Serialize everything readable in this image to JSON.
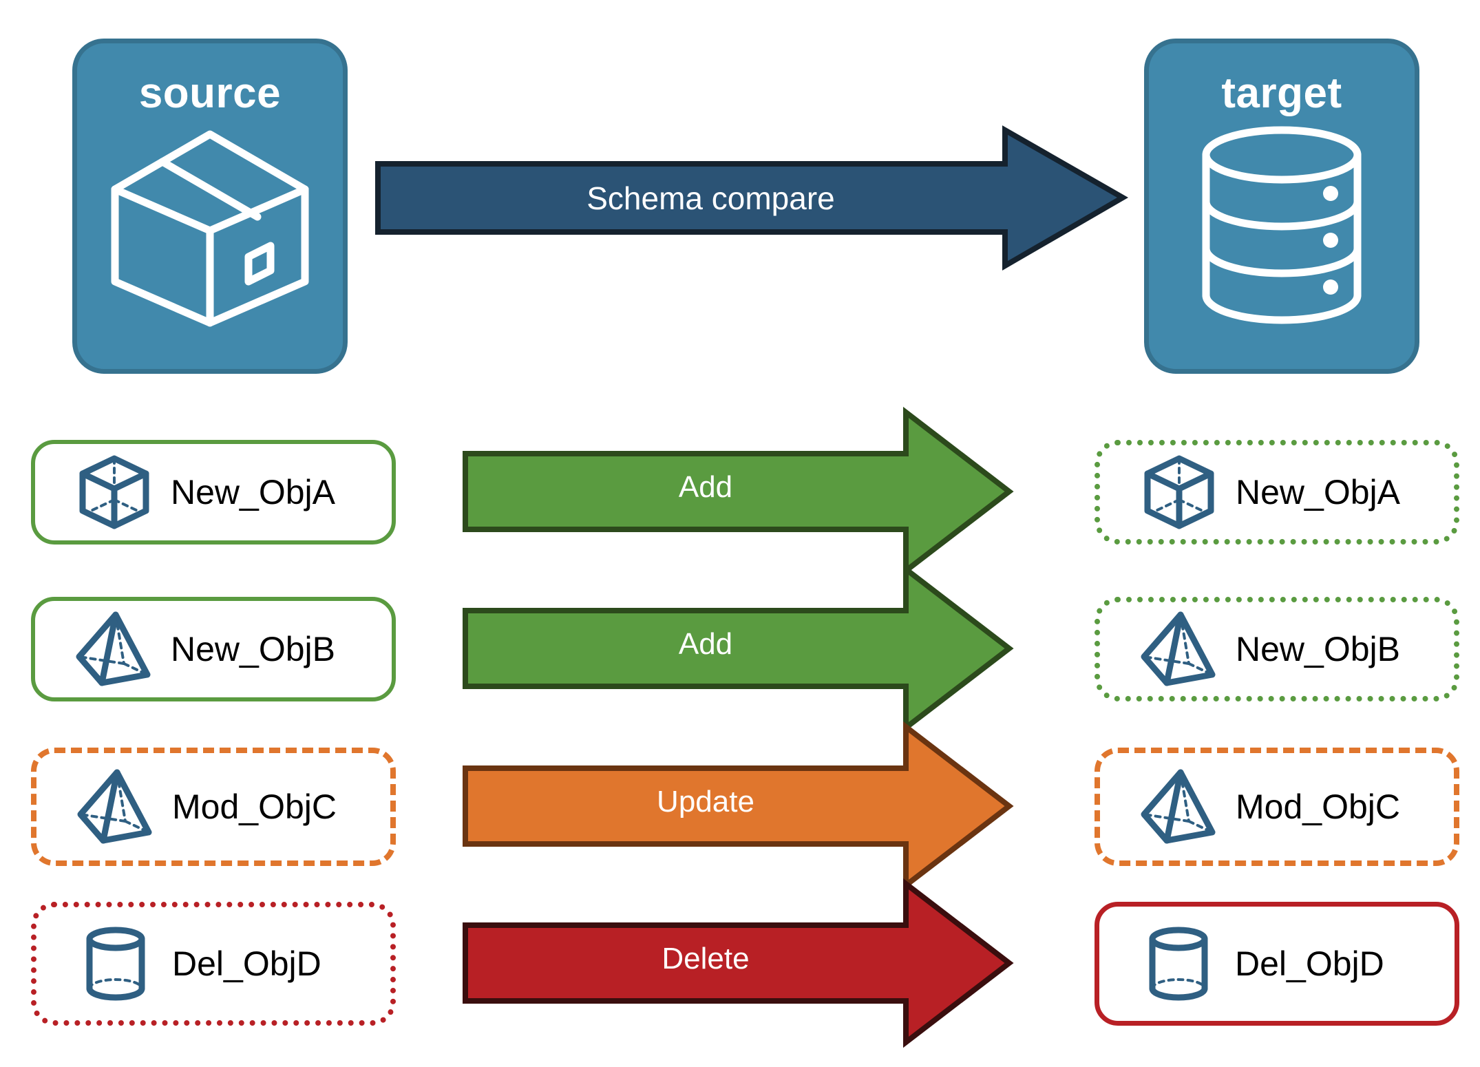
{
  "colors": {
    "endpoint_fill": "#4189AC",
    "endpoint_border": "#36728F",
    "schema_arrow_fill": "#2B5375",
    "schema_arrow_border": "#15222E",
    "add_fill": "#5A9B40",
    "add_border": "#2C4A1C",
    "update_fill": "#E0762D",
    "update_border": "#6A3411",
    "delete_fill": "#B82025",
    "delete_border": "#3A0E0E",
    "icon_blue": "#2F5F82",
    "label_text": "#000000",
    "arrow_text": "#FFFFFF"
  },
  "endpoints": {
    "source": {
      "title": "source",
      "icon": "package-box-icon"
    },
    "target": {
      "title": "target",
      "icon": "database-cylinder-icon"
    }
  },
  "schema_arrow": {
    "label": "Schema compare",
    "icon": "right-arrow-icon"
  },
  "rows": [
    {
      "source": {
        "label": "New_ObjA",
        "icon": "cube-wireframe-icon",
        "border": "solid-green"
      },
      "action": {
        "label": "Add",
        "color": "add"
      },
      "target": {
        "label": "New_ObjA",
        "icon": "cube-wireframe-icon",
        "border": "dotted-green"
      }
    },
    {
      "source": {
        "label": "New_ObjB",
        "icon": "pyramid-wireframe-icon",
        "border": "solid-green"
      },
      "action": {
        "label": "Add",
        "color": "add"
      },
      "target": {
        "label": "New_ObjB",
        "icon": "pyramid-wireframe-icon",
        "border": "dotted-green"
      }
    },
    {
      "source": {
        "label": "Mod_ObjC",
        "icon": "pyramid-wireframe-icon",
        "border": "dashed-orange"
      },
      "action": {
        "label": "Update",
        "color": "update"
      },
      "target": {
        "label": "Mod_ObjC",
        "icon": "pyramid-wireframe-icon",
        "border": "dashed-orange"
      }
    },
    {
      "source": {
        "label": "Del_ObjD",
        "icon": "cylinder-wireframe-icon",
        "border": "dotted-red"
      },
      "action": {
        "label": "Delete",
        "color": "delete"
      },
      "target": {
        "label": "Del_ObjD",
        "icon": "cylinder-wireframe-icon",
        "border": "solid-red"
      }
    }
  ]
}
